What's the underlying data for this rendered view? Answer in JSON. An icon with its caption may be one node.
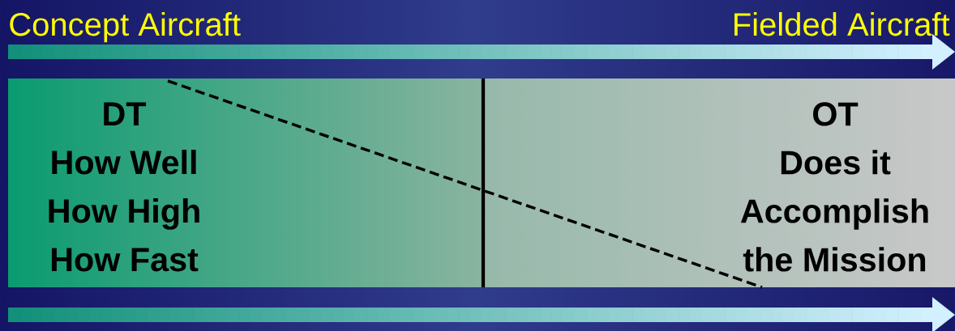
{
  "diagram": {
    "nodes": [
      {
        "text": [
          "DT",
          "How Well",
          "How High",
          "How Fast"
        ]
      },
      {
        "text": [
          "OT",
          "Does it",
          "Accomplish",
          "the Mission"
        ]
      }
    ],
    "labels": [
      "Concept Aircraft",
      "Fielded Aircraft"
    ]
  }
}
